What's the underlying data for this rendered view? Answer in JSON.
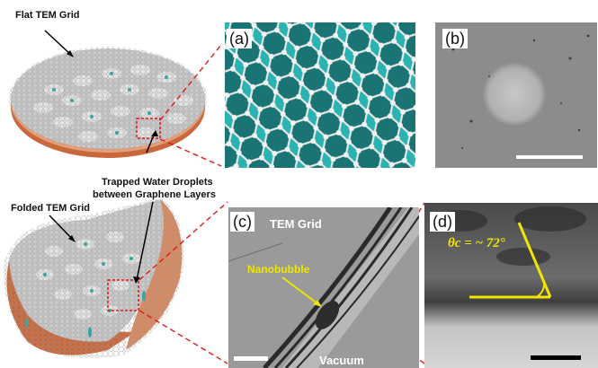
{
  "labels": {
    "flat_grid": "Flat TEM Grid",
    "trapped_line1": "Trapped Water Droplets",
    "trapped_line2": "between Graphene Layers",
    "folded_grid": "Folded TEM Grid"
  },
  "panels": {
    "a": "(a)",
    "b": "(b)",
    "c": "(c)",
    "d": "(d)"
  },
  "panel_c": {
    "tem_grid": "TEM Grid",
    "nanobubble": "Nanobubble",
    "vacuum": "Vacuum"
  },
  "panel_d": {
    "contact_angle": "θc = ~ 72°"
  },
  "colors": {
    "dash_red": "#e01818",
    "annotation_yellow": "#f2e600",
    "copper": "#d9825a",
    "water": "#2aa7a3"
  }
}
